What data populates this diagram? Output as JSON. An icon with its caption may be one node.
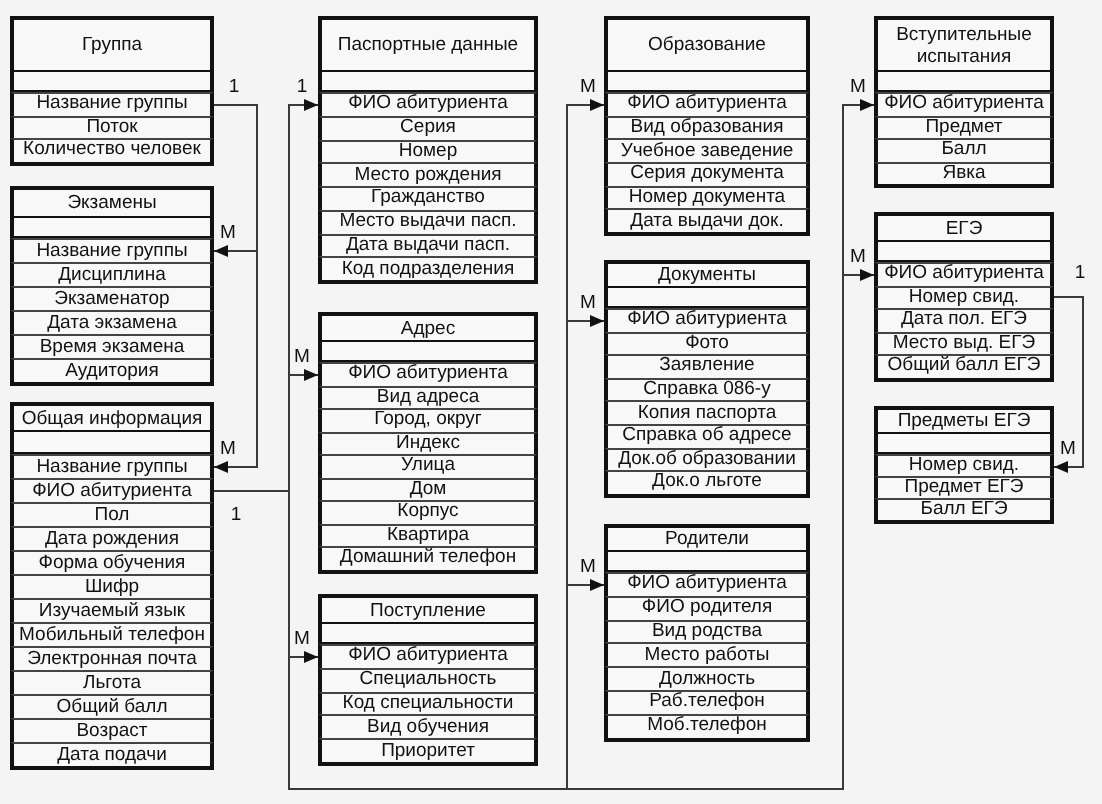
{
  "diagram": {
    "nodes": [
      {
        "text": [
          "Группа"
        ]
      },
      {
        "text": [],
        "shape": "box",
        "in": 0
      },
      {
        "text": [
          "Название группы"
        ],
        "in": 0
      },
      {
        "text": [
          "Поток"
        ],
        "in": 0
      },
      {
        "text": [
          "Количество человек"
        ],
        "in": 0
      },
      {
        "text": [
          "Экзамены"
        ]
      },
      {
        "text": [],
        "shape": "box",
        "in": 5
      },
      {
        "text": [
          "Название группы"
        ],
        "in": 5
      },
      {
        "text": [
          "Дисциплина"
        ],
        "in": 5
      },
      {
        "text": [
          "Экзаменатор"
        ],
        "in": 5
      },
      {
        "text": [
          "Дата экзамена"
        ],
        "in": 5
      },
      {
        "text": [
          "Время экзамена"
        ],
        "in": 5
      },
      {
        "text": [
          "Аудитория"
        ],
        "in": 5
      },
      {
        "text": [
          "Общая информация"
        ]
      },
      {
        "text": [],
        "shape": "box",
        "in": 13
      },
      {
        "text": [
          "Название группы"
        ],
        "in": 13
      },
      {
        "text": [
          "ФИО абитуриента"
        ],
        "in": 13
      },
      {
        "text": [
          "Пол"
        ],
        "in": 13
      },
      {
        "text": [
          "Дата рождения"
        ],
        "in": 13
      },
      {
        "text": [
          "Форма обучения"
        ],
        "in": 13
      },
      {
        "text": [
          "Шифр"
        ],
        "in": 13
      },
      {
        "text": [
          "Изучаемый язык"
        ],
        "in": 13
      },
      {
        "text": [
          "Мобильный телефон"
        ],
        "in": 13
      },
      {
        "text": [
          "Электронная почта"
        ],
        "in": 13
      },
      {
        "text": [
          "Льгота"
        ],
        "in": 13
      },
      {
        "text": [
          "Общий балл"
        ],
        "in": 13
      },
      {
        "text": [
          "Возраст"
        ],
        "in": 13
      },
      {
        "text": [
          "Дата подачи"
        ],
        "in": 13
      },
      {
        "text": [
          "Паспортные данные"
        ]
      },
      {
        "text": [],
        "shape": "box",
        "in": 28
      },
      {
        "text": [
          "ФИО абитуриента"
        ],
        "in": 28
      },
      {
        "text": [
          "Серия"
        ],
        "in": 28
      },
      {
        "text": [
          "Номер"
        ],
        "in": 28
      },
      {
        "text": [
          "Место рождения"
        ],
        "in": 28
      },
      {
        "text": [
          "Гражданство"
        ],
        "in": 28
      },
      {
        "text": [
          "Место выдачи пасп."
        ],
        "in": 28
      },
      {
        "text": [
          "Дата выдачи пасп."
        ],
        "in": 28
      },
      {
        "text": [
          "Код подразделения"
        ],
        "in": 28
      },
      {
        "text": [
          "Адрес"
        ]
      },
      {
        "text": [],
        "shape": "box",
        "in": 38
      },
      {
        "text": [
          "ФИО абитуриента"
        ],
        "in": 38
      },
      {
        "text": [
          "Вид адреса"
        ],
        "in": 38
      },
      {
        "text": [
          "Город, округ"
        ],
        "in": 38
      },
      {
        "text": [
          "Индекс"
        ],
        "in": 38
      },
      {
        "text": [
          "Улица"
        ],
        "in": 38
      },
      {
        "text": [
          "Дом"
        ],
        "in": 38
      },
      {
        "text": [
          "Корпус"
        ],
        "in": 38
      },
      {
        "text": [
          "Квартира"
        ],
        "in": 38
      },
      {
        "text": [
          "Домашний телефон"
        ],
        "in": 38
      },
      {
        "text": [
          "Поступление"
        ]
      },
      {
        "text": [],
        "shape": "box",
        "in": 49
      },
      {
        "text": [
          "ФИО абитуриента"
        ],
        "in": 49
      },
      {
        "text": [
          "Специальность"
        ],
        "in": 49
      },
      {
        "text": [
          "Код специальности"
        ],
        "in": 49
      },
      {
        "text": [
          "Вид обучения"
        ],
        "in": 49
      },
      {
        "text": [
          "Приоритет"
        ],
        "in": 49
      },
      {
        "text": [
          "Образование"
        ]
      },
      {
        "text": [],
        "shape": "box",
        "in": 56
      },
      {
        "text": [
          "ФИО абитуриента"
        ],
        "in": 56
      },
      {
        "text": [
          "Вид образования"
        ],
        "in": 56
      },
      {
        "text": [
          "Учебное заведение"
        ],
        "in": 56
      },
      {
        "text": [
          "Серия документа"
        ],
        "in": 56
      },
      {
        "text": [
          "Номер документа"
        ],
        "in": 56
      },
      {
        "text": [
          "Дата выдачи док."
        ],
        "in": 56
      },
      {
        "text": [
          "Документы"
        ]
      },
      {
        "text": [],
        "shape": "box",
        "in": 64
      },
      {
        "text": [
          "ФИО абитуриента"
        ],
        "in": 64
      },
      {
        "text": [
          "Фото"
        ],
        "in": 64
      },
      {
        "text": [
          "Заявление"
        ],
        "in": 64
      },
      {
        "text": [
          "Справка 086-у"
        ],
        "in": 64
      },
      {
        "text": [
          "Копия паспорта"
        ],
        "in": 64
      },
      {
        "text": [
          "Справка об адресе"
        ],
        "in": 64
      },
      {
        "text": [
          "Док.об образовании"
        ],
        "in": 64
      },
      {
        "text": [
          "Док.о льготе"
        ],
        "in": 64
      },
      {
        "text": [
          "Родители"
        ]
      },
      {
        "text": [],
        "shape": "box",
        "in": 74
      },
      {
        "text": [
          "ФИО абитуриента"
        ],
        "in": 74
      },
      {
        "text": [
          "ФИО родителя"
        ],
        "in": 74
      },
      {
        "text": [
          "Вид родства"
        ],
        "in": 74
      },
      {
        "text": [
          "Место работы"
        ],
        "in": 74
      },
      {
        "text": [
          "Должность"
        ],
        "in": 74
      },
      {
        "text": [
          "Раб.телефон"
        ],
        "in": 74
      },
      {
        "text": [
          "Моб.телефон"
        ],
        "in": 74
      },
      {
        "text": [
          "Вступительные испытания"
        ]
      },
      {
        "text": [],
        "shape": "box",
        "in": 83
      },
      {
        "text": [
          "ФИО абитуриента"
        ],
        "in": 83
      },
      {
        "text": [
          "Предмет"
        ],
        "in": 83
      },
      {
        "text": [
          "Балл"
        ],
        "in": 83
      },
      {
        "text": [
          "Явка"
        ],
        "in": 83
      },
      {
        "text": [
          "ЕГЭ"
        ]
      },
      {
        "text": [],
        "shape": "box",
        "in": 89
      },
      {
        "text": [
          "ФИО абитуриента"
        ],
        "in": 89
      },
      {
        "text": [
          "Номер свид."
        ],
        "in": 89
      },
      {
        "text": [
          "Дата пол. ЕГЭ"
        ],
        "in": 89
      },
      {
        "text": [
          "Место выд. ЕГЭ"
        ],
        "in": 89
      },
      {
        "text": [
          "Общий балл ЕГЭ"
        ],
        "in": 89
      },
      {
        "text": [
          "Предметы ЕГЭ"
        ]
      },
      {
        "text": [],
        "shape": "box",
        "in": 96
      },
      {
        "text": [
          "Номер свид."
        ],
        "in": 96
      },
      {
        "text": [
          "Предмет ЕГЭ"
        ],
        "in": 96
      },
      {
        "text": [
          "Балл ЕГЭ"
        ],
        "in": 96
      }
    ],
    "edges": [
      {
        "from": 2,
        "to": 7,
        "arrow": "to",
        "label": "М"
      },
      {
        "from": 2,
        "to": 15,
        "arrow": "to",
        "label": "М"
      },
      {
        "from": 16,
        "to": 30,
        "arrow": "to",
        "label": "1"
      },
      {
        "from": 16,
        "to": 40,
        "arrow": "to",
        "label": "М"
      },
      {
        "from": 16,
        "to": 51,
        "arrow": "to",
        "label": "М"
      },
      {
        "from": 16,
        "to": 58,
        "arrow": "to",
        "label": "М"
      },
      {
        "from": 16,
        "to": 66,
        "arrow": "to",
        "label": "М"
      },
      {
        "from": 16,
        "to": 76,
        "arrow": "to",
        "label": "М"
      },
      {
        "from": 16,
        "to": 85,
        "arrow": "to",
        "label": "М"
      },
      {
        "from": 16,
        "to": 91,
        "arrow": "to",
        "label": "М"
      },
      {
        "from": 92,
        "to": 98,
        "arrow": "to",
        "label": "М"
      }
    ],
    "labels": [
      "1",
      "1",
      "1"
    ]
  }
}
